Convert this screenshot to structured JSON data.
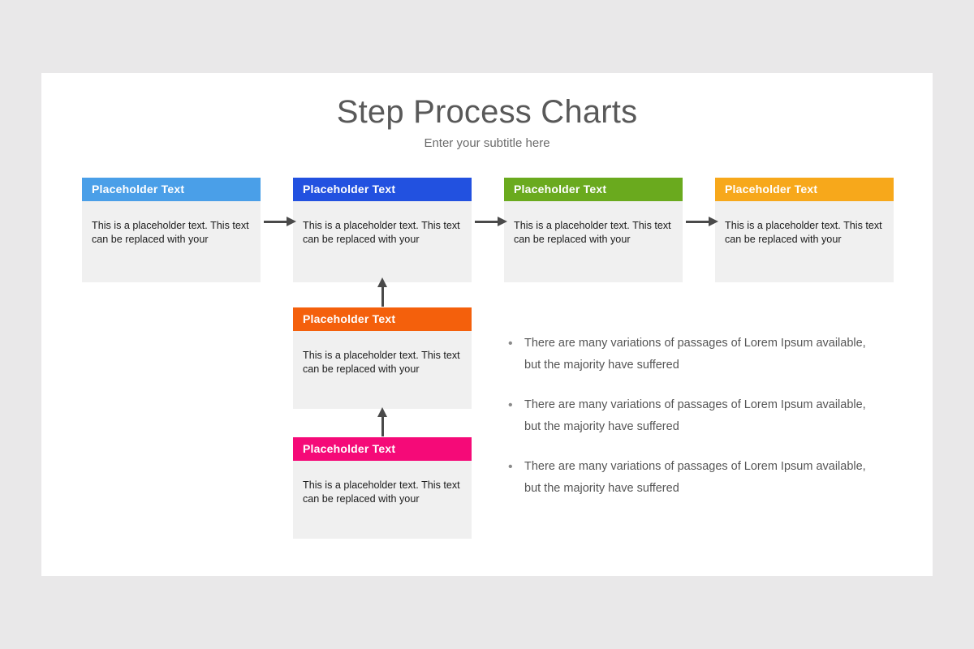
{
  "slide": {
    "title": "Step Process Charts",
    "subtitle": "Enter your subtitle here",
    "background": "#e9e8e9",
    "surface": "#ffffff"
  },
  "cards": [
    {
      "id": "card-1",
      "header": "Placeholder  Text",
      "body": "This is a placeholder text. This text can be replaced with your",
      "color": "#4a9fe8"
    },
    {
      "id": "card-2",
      "header": "Placeholder  Text",
      "body": "This is a placeholder text. This text can be replaced with your",
      "color": "#2251e0"
    },
    {
      "id": "card-3",
      "header": "Placeholder  Text",
      "body": "This is a placeholder text. This text can be replaced with your",
      "color": "#6aaa1e"
    },
    {
      "id": "card-4",
      "header": "Placeholder  Text",
      "body": "This is a placeholder text. This text can be replaced with your",
      "color": "#f7a81b"
    },
    {
      "id": "card-5",
      "header": "Placeholder  Text",
      "body": "This is a placeholder text. This text can be replaced with your",
      "color": "#f4600c"
    },
    {
      "id": "card-6",
      "header": "Placeholder  Text",
      "body": "This is a placeholder text. This text can be replaced with your",
      "color": "#f50a78"
    }
  ],
  "arrows": {
    "color": "#4a4a4a",
    "horizontal": [
      "card-1-to-card-2",
      "card-2-to-card-3",
      "card-3-to-card-4"
    ],
    "vertical": [
      "card-5-to-card-2",
      "card-6-to-card-5"
    ]
  },
  "bullets": {
    "marker": "•",
    "items": [
      {
        "text": "There are many variations of passages of Lorem Ipsum available, but the majority have suffered"
      },
      {
        "text": "There are many variations of passages of Lorem Ipsum available, but the majority have suffered"
      },
      {
        "text": "There are many variations of passages of Lorem Ipsum available, but the majority have suffered"
      }
    ]
  }
}
